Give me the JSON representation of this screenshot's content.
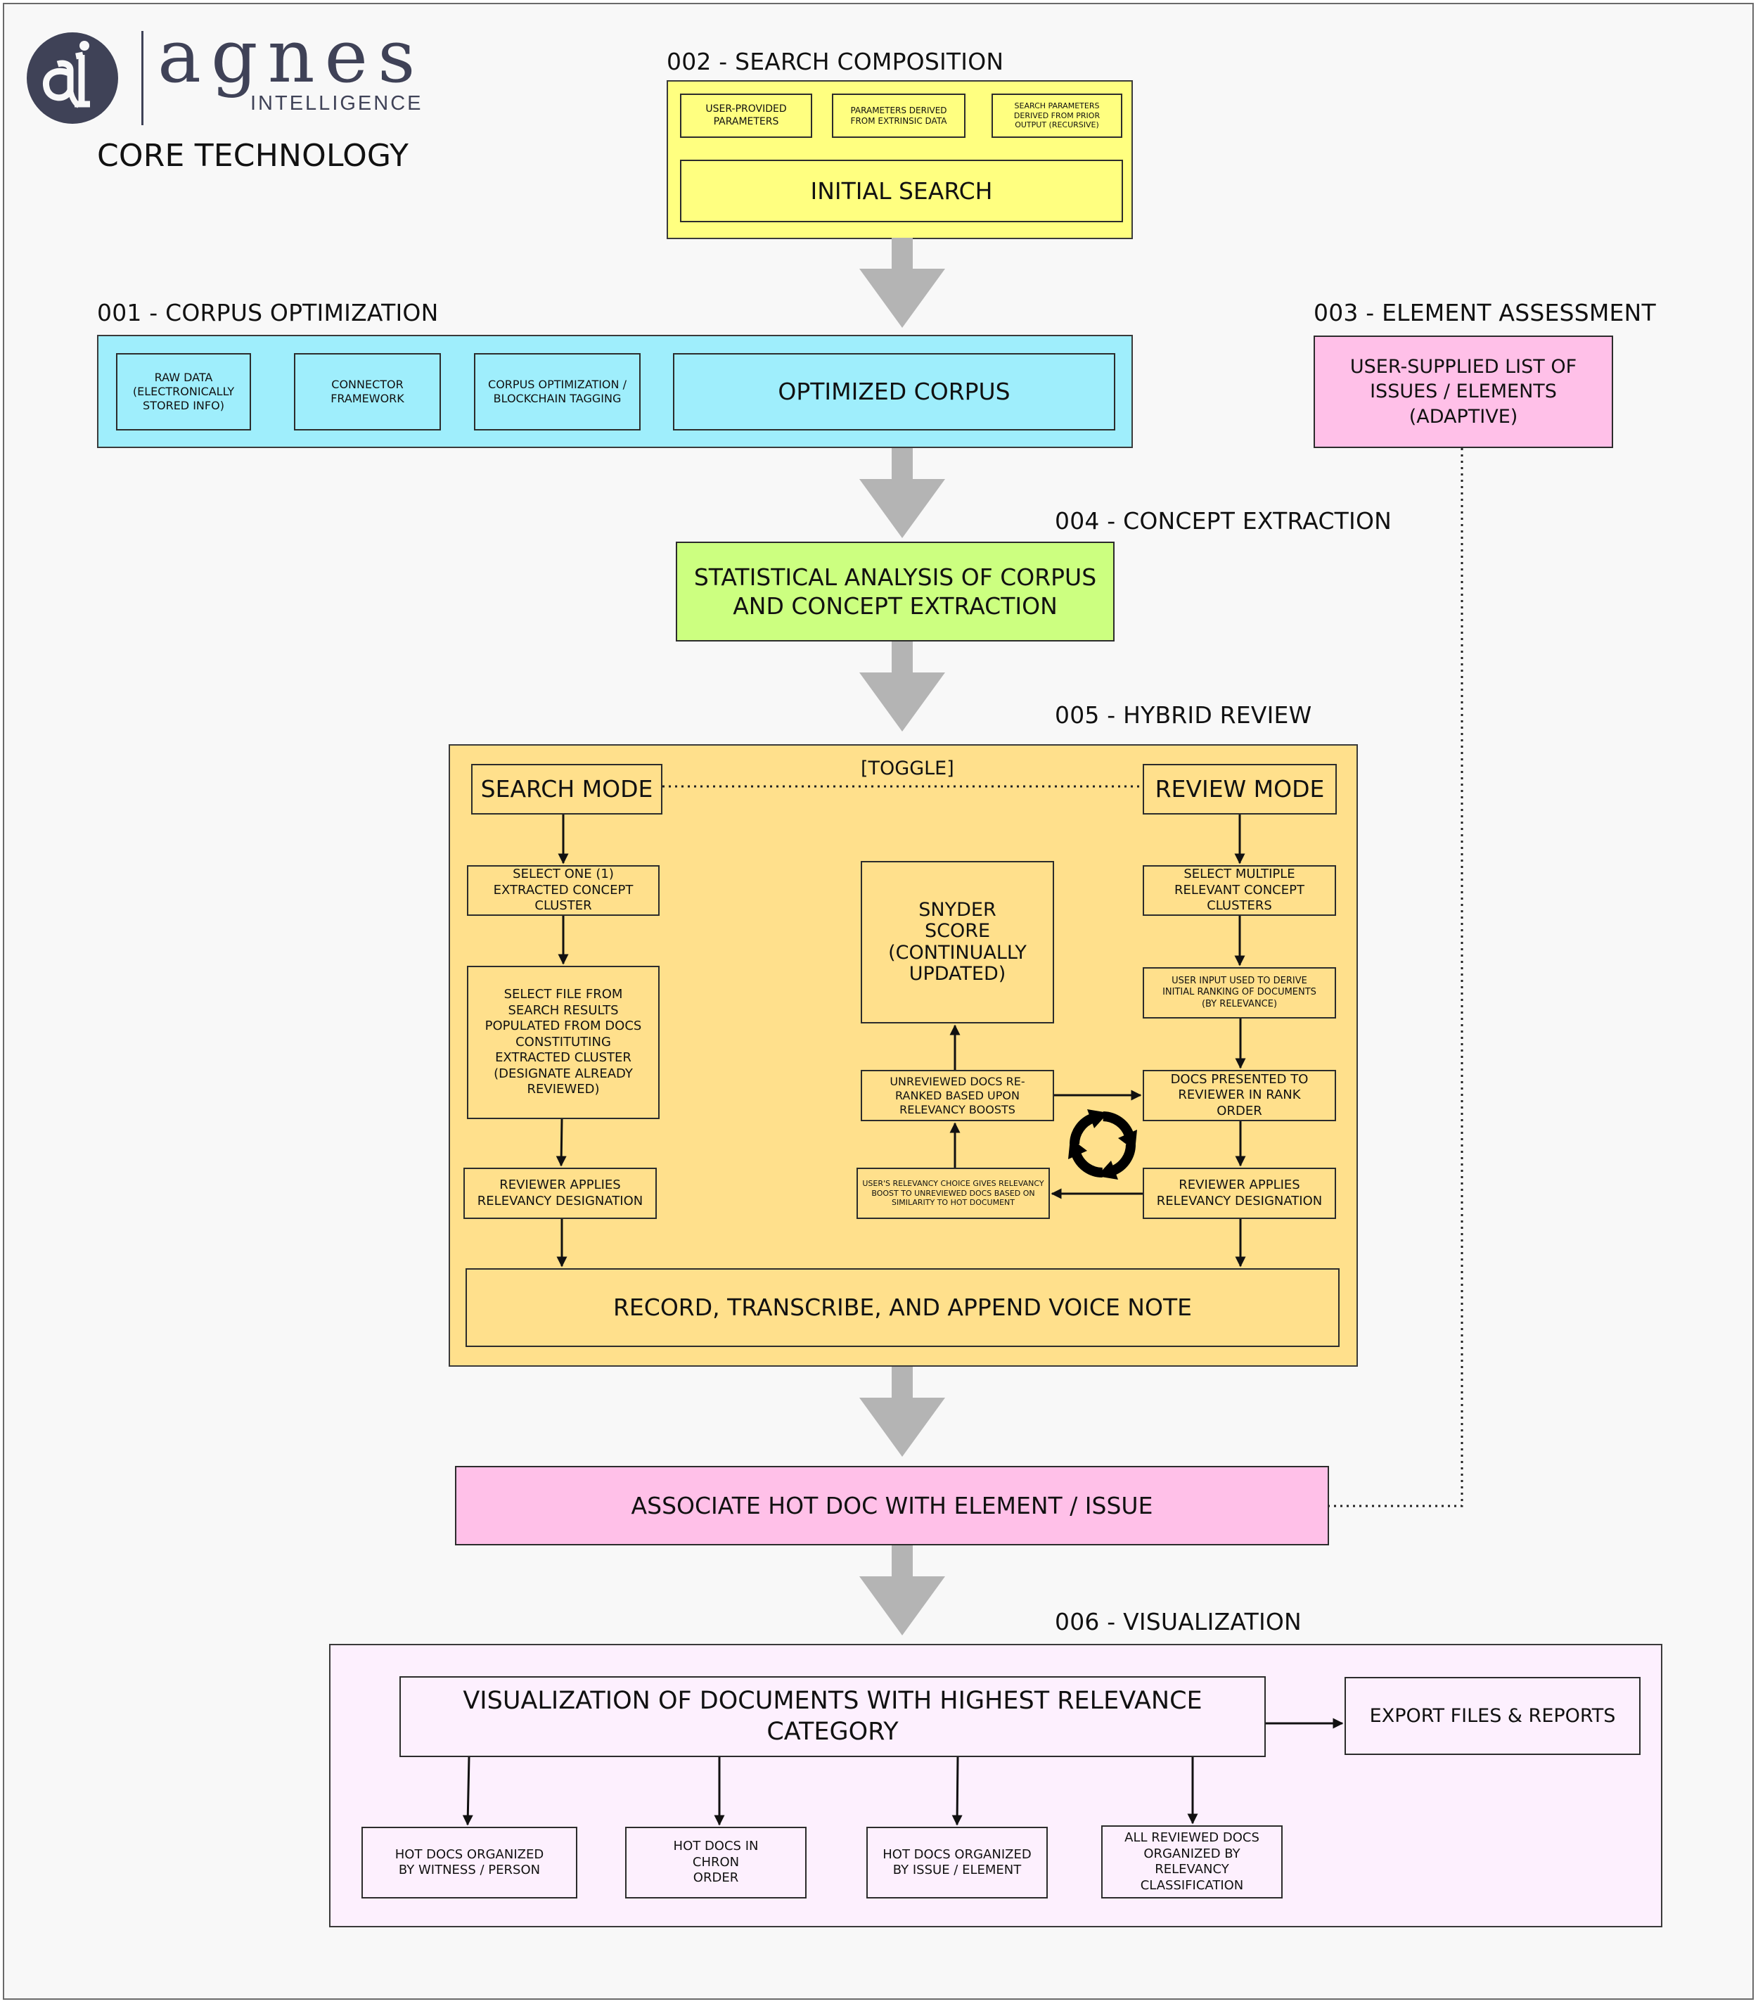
{
  "logo": {
    "monogram": "ai",
    "wordmark": "agnes",
    "sub": "INTELLIGENCE"
  },
  "page_title": "CORE TECHNOLOGY",
  "s002": {
    "heading": "002 - SEARCH COMPOSITION",
    "param_user": "USER-PROVIDED PARAMETERS",
    "param_extrinsic": "PARAMETERS DERIVED FROM EXTRINSIC DATA",
    "param_recursive": "SEARCH PARAMETERS DERIVED FROM PRIOR OUTPUT (RECURSIVE)",
    "initial_search": "INITIAL SEARCH"
  },
  "s001": {
    "heading": "001 - CORPUS OPTIMIZATION",
    "raw_data": "RAW DATA (ELECTRONICALLY STORED INFO)",
    "connector": "CONNECTOR FRAMEWORK",
    "blockchain": "CORPUS OPTIMIZATION / BLOCKCHAIN TAGGING",
    "optimized": "OPTIMIZED CORPUS"
  },
  "s003": {
    "heading": "003 - ELEMENT ASSESSMENT",
    "list": "USER-SUPPLIED LIST OF ISSUES / ELEMENTS (ADAPTIVE)"
  },
  "s004": {
    "heading": "004 - CONCEPT EXTRACTION",
    "stat": "STATISTICAL ANALYSIS OF CORPUS AND CONCEPT EXTRACTION"
  },
  "s005": {
    "heading": "005 - HYBRID REVIEW",
    "toggle": "[TOGGLE]",
    "search_mode": "SEARCH MODE",
    "review_mode": "REVIEW MODE",
    "select_one": "SELECT ONE (1) EXTRACTED CONCEPT CLUSTER",
    "select_file": "SELECT FILE FROM SEARCH RESULTS POPULATED FROM DOCS CONSTITUTING EXTRACTED CLUSTER (DESIGNATE ALREADY REVIEWED)",
    "reviewer_left": "REVIEWER APPLIES RELEVANCY DESIGNATION",
    "snyder": "SNYDER SCORE (CONTINUALLY UPDATED)",
    "reranked": "UNREVIEWED DOCS RE-RANKED BASED UPON RELEVANCY BOOSTS",
    "boost": "USER'S RELEVANCY CHOICE GIVES RELEVANCY BOOST TO UNREVIEWED DOCS BASED ON SIMILARITY TO HOT DOCUMENT",
    "select_multiple": "SELECT MULTIPLE RELEVANT CONCEPT CLUSTERS",
    "user_input": "USER INPUT USED TO DERIVE INITIAL RANKING OF DOCUMENTS (BY RELEVANCE)",
    "presented": "DOCS PRESENTED TO REVIEWER IN RANK ORDER",
    "reviewer_right": "REVIEWER APPLIES RELEVANCY DESIGNATION",
    "voice": "RECORD, TRANSCRIBE, AND APPEND VOICE NOTE"
  },
  "associate": "ASSOCIATE HOT DOC WITH ELEMENT / ISSUE",
  "s006": {
    "heading": "006 - VISUALIZATION",
    "viz": "VISUALIZATION OF DOCUMENTS WITH HIGHEST RELEVANCE CATEGORY",
    "export": "EXPORT FILES & REPORTS",
    "witness": "HOT DOCS ORGANIZED BY WITNESS / PERSON",
    "chron": "HOT DOCS IN CHRON ORDER",
    "issue": "HOT DOCS ORGANIZED BY ISSUE / ELEMENT",
    "all_reviewed": "ALL REVIEWED DOCS ORGANIZED BY RELEVANCY CLASSIFICATION"
  },
  "colors": {
    "search_composition": "#ffff80",
    "corpus_optimization": "#9feefc",
    "concept_extraction": "#ccff80",
    "hybrid_review": "#ffe08c",
    "element_assessment": "#ffc0e8",
    "visualization": "#fdf0fe",
    "flow_arrow": "#b4b4b4",
    "logo": "#3f4257"
  }
}
